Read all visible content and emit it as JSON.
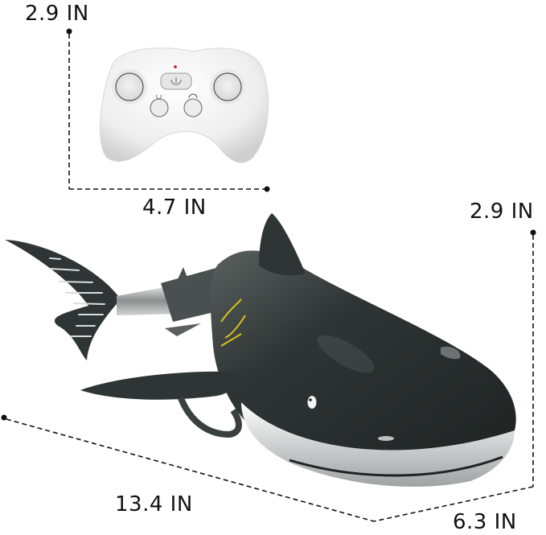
{
  "product": {
    "name": "RC shark toy with remote controller",
    "colors": {
      "body": "#2b3130",
      "belly": "#e6e8e8",
      "remote": "#f2f2f2",
      "accent_yellow": "#d9c21a",
      "indicator_red": "#d01010",
      "dimension_line": "#111111"
    }
  },
  "dimensions": {
    "remote_height": {
      "label": "2.9 IN"
    },
    "remote_width": {
      "label": "4.7 IN"
    },
    "shark_height": {
      "label": "2.9 IN"
    },
    "shark_length": {
      "label": "13.4 IN"
    },
    "shark_width": {
      "label": "6.3 IN"
    }
  },
  "remote": {
    "icons": [
      "power-icon",
      "turn-icon",
      "forward-icon"
    ],
    "indicator": "red-led"
  }
}
